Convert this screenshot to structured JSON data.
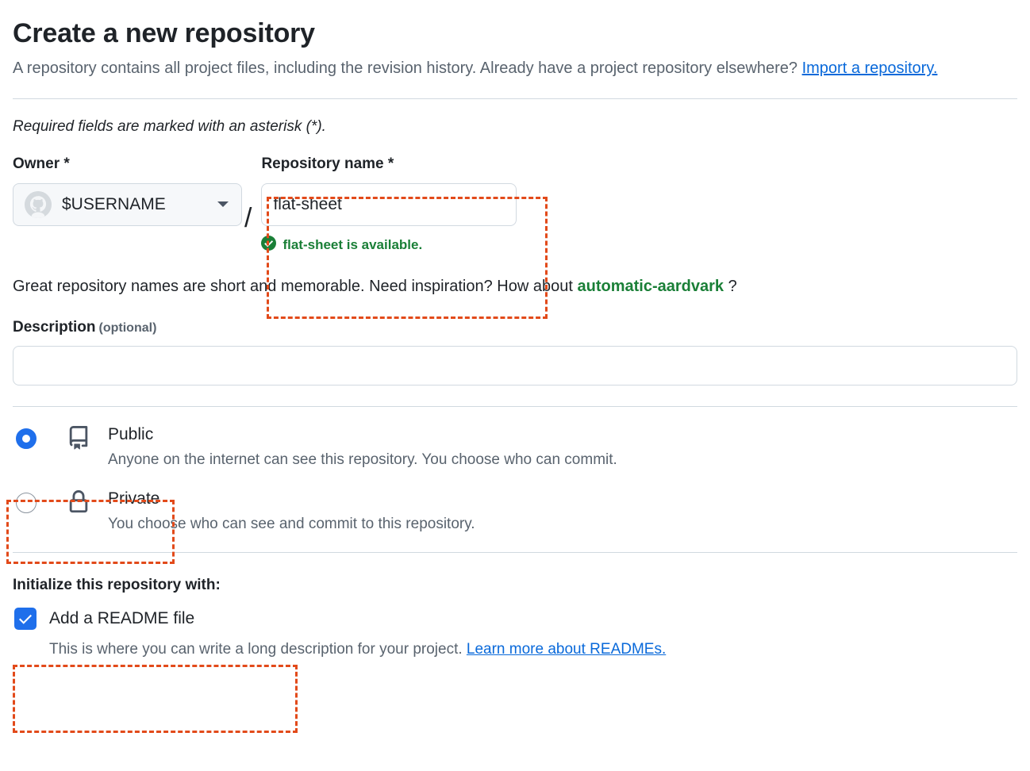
{
  "header": {
    "title": "Create a new repository",
    "subtitle_before_link": "A repository contains all project files, including the revision history. Already have a project repository elsewhere? ",
    "import_link": "Import a repository.",
    "required_note": "Required fields are marked with an asterisk (*)."
  },
  "owner": {
    "label": "Owner *",
    "name": "$USERNAME",
    "avatar_icon": "github-octocat-avatar",
    "caret_icon": "chevron-down-icon",
    "separator": "/"
  },
  "repository_name": {
    "label": "Repository name *",
    "value": "flat-sheet",
    "placeholder": "",
    "availability_icon": "check-circle-fill-icon",
    "availability_text": "flat-sheet is available."
  },
  "suggestion": {
    "prefix": "Great repository names are short and memorable. Need inspiration? How about ",
    "name": "automatic-aardvark",
    "suffix": " ?"
  },
  "description": {
    "label": "Description",
    "optional": "(optional)",
    "value": "",
    "placeholder": ""
  },
  "visibility": {
    "options": [
      {
        "id": "public",
        "icon": "repo-book-icon",
        "title": "Public",
        "description": "Anyone on the internet can see this repository. You choose who can commit.",
        "selected": true
      },
      {
        "id": "private",
        "icon": "lock-icon",
        "title": "Private",
        "description": "You choose who can see and commit to this repository.",
        "selected": false
      }
    ]
  },
  "initialize": {
    "title": "Initialize this repository with:",
    "readme_label": "Add a README file",
    "readme_checked": true,
    "readme_description": "This is where you can write a long description for your project. ",
    "readme_link": "Learn more about READMEs."
  },
  "colors": {
    "accent_blue": "#1f6feb",
    "link_blue": "#0969da",
    "success_green": "#1a7f37",
    "highlight_orange": "#e24a1a",
    "border_gray": "#d1d9e0",
    "muted_text": "#59636e"
  }
}
